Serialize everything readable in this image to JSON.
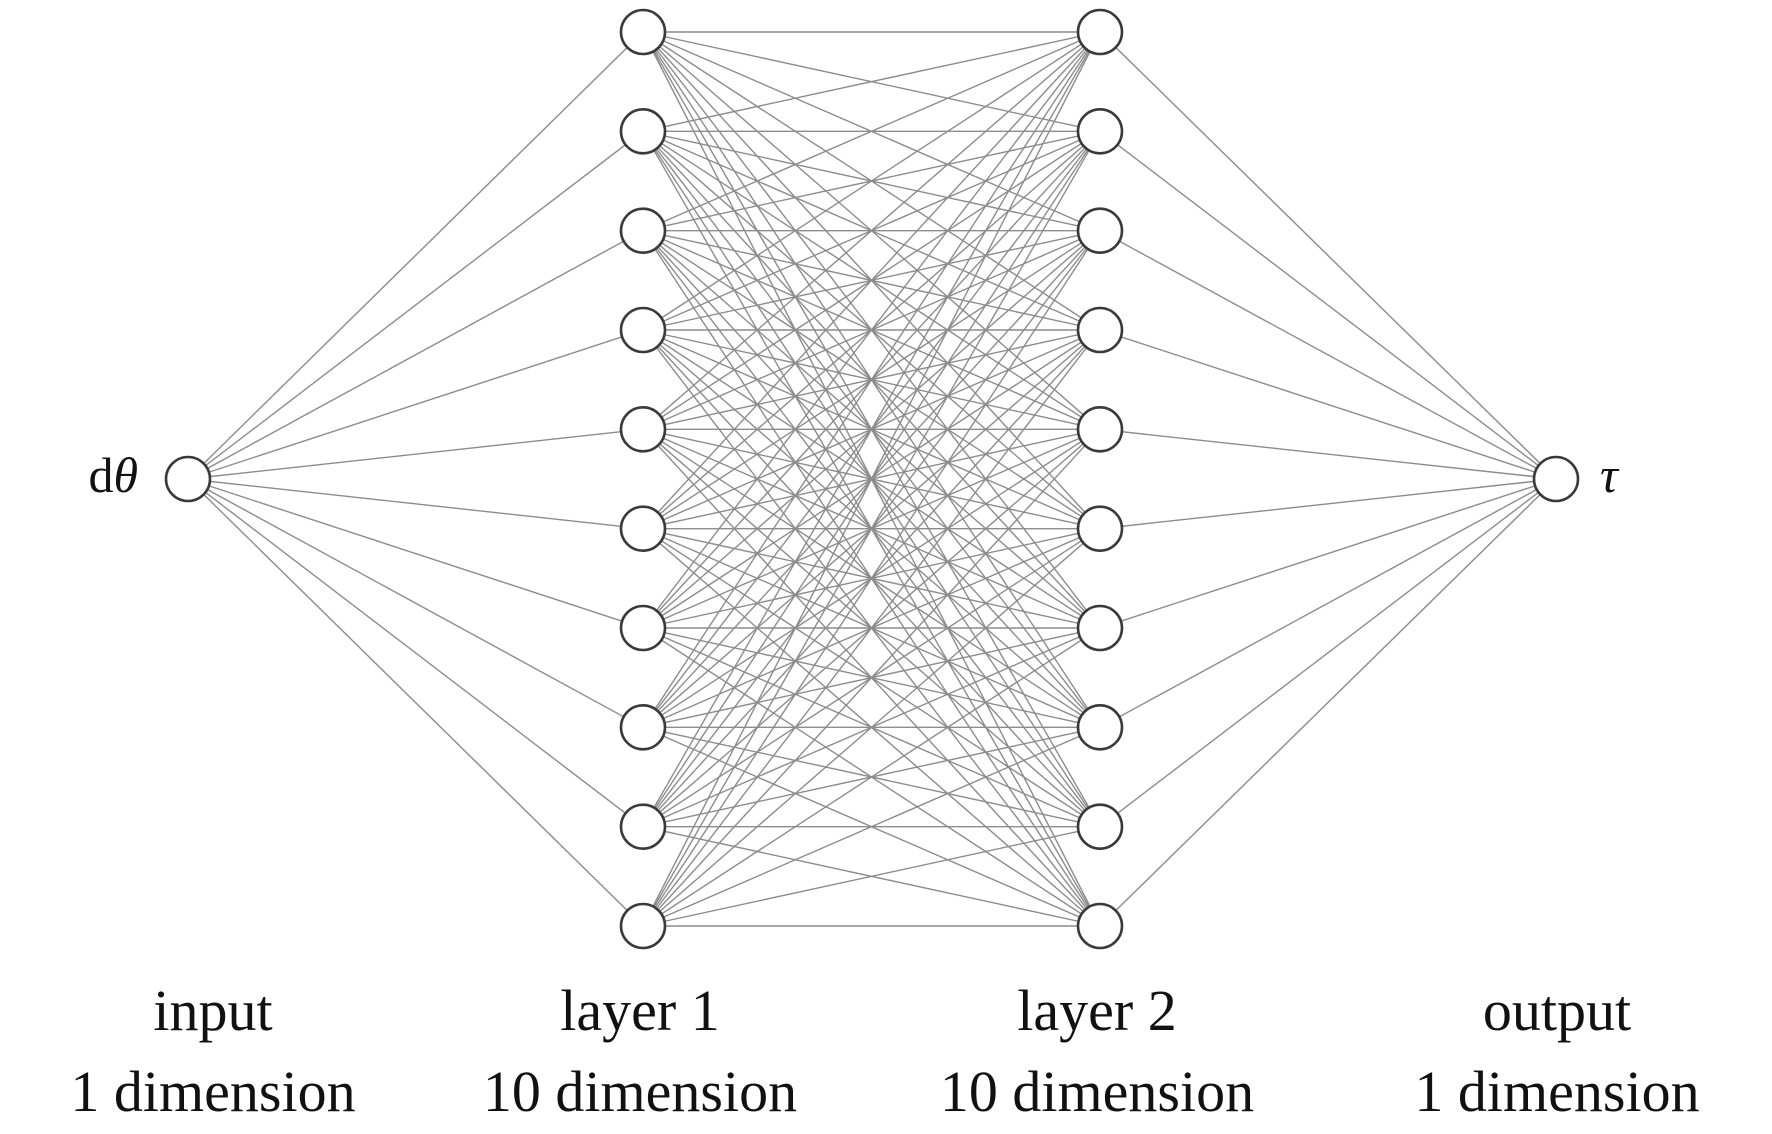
{
  "diagram": {
    "input_label": {
      "prefix": "d",
      "symbol": "θ"
    },
    "output_label": "τ",
    "layers": [
      {
        "id": "input",
        "name": "input",
        "dimension": "1 dimension",
        "nodes": 1
      },
      {
        "id": "layer1",
        "name": "layer 1",
        "dimension": "10 dimension",
        "nodes": 10
      },
      {
        "id": "layer2",
        "name": "layer 2",
        "dimension": "10 dimension",
        "nodes": 10
      },
      {
        "id": "output",
        "name": "output",
        "dimension": "1 dimension",
        "nodes": 1
      }
    ],
    "connectivity": "fully-connected",
    "colors": {
      "edge": "#8c8c8c",
      "node_stroke": "#3a3a3a",
      "node_fill": "#ffffff",
      "text": "#111111"
    }
  }
}
